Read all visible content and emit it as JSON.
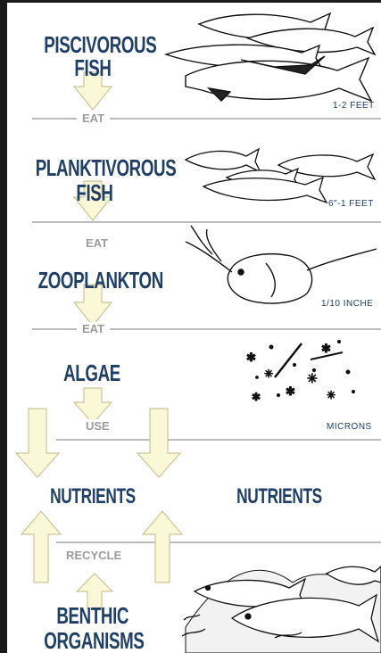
{
  "organisms": {
    "piscivorous": {
      "line1": "PISCIVOROUS",
      "line2": "FISH",
      "size": "1-2 FEET"
    },
    "planktivorous": {
      "line1": "PLANKTIVOROUS",
      "line2": "FISH",
      "size": "6\"-1 FEET"
    },
    "zooplankton": {
      "name": "ZOOPLANKTON",
      "size": "1/10 INCHE"
    },
    "algae": {
      "name": "ALGAE",
      "size": "MICRONS"
    },
    "nutrients_left": "NUTRIENTS",
    "nutrients_right": "NUTRIENTS",
    "benthic": {
      "line1": "BENTHIC",
      "line2": "ORGANISMS"
    }
  },
  "verbs": {
    "eat1": "EAT",
    "eat2": "EAT",
    "eat3": "EAT",
    "use": "USE",
    "recycle": "RECYCLE"
  },
  "colors": {
    "label": "#1f3f66",
    "verb": "#9c9c9c",
    "arrow_fill": "#fbf8d8",
    "arrow_stroke": "#c9c59a",
    "line": "#777777"
  }
}
